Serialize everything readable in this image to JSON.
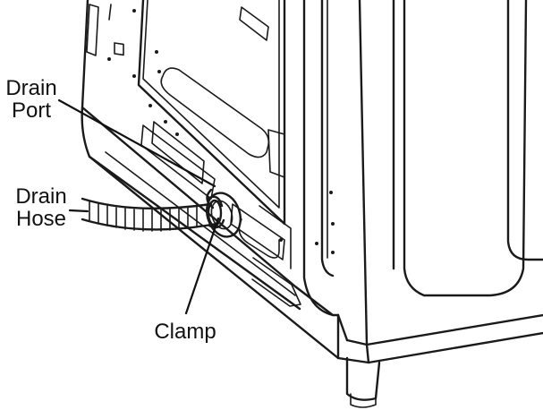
{
  "labels": {
    "drain_port": [
      "Drain",
      "Port"
    ],
    "drain_hose": [
      "Drain",
      "Hose"
    ],
    "clamp": "Clamp"
  },
  "colors": {
    "line": "#1a1a1a",
    "background": "#ffffff"
  }
}
